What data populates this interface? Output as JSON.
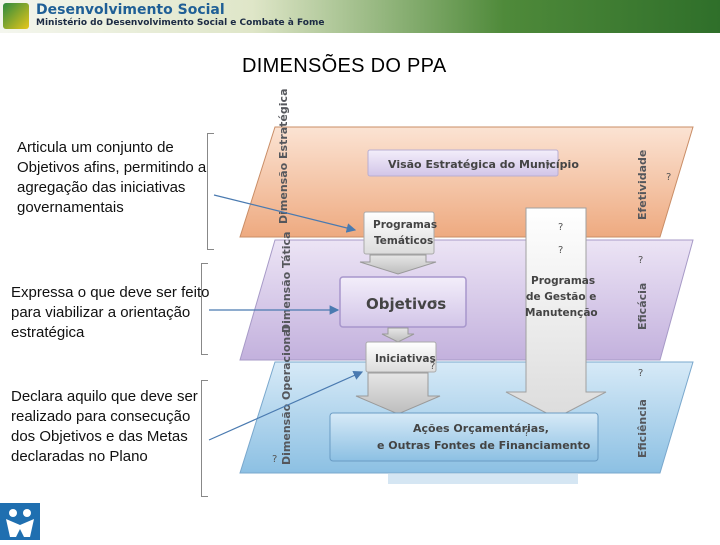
{
  "header": {
    "brand": "Desenvolvimento Social",
    "ministry": "Ministério do Desenvolvimento Social e Combate à Fome"
  },
  "title": "DIMENSÕES DO PPA",
  "descriptions": [
    "Articula um conjunto de Objetivos afins, permitindo a agregação das iniciativas governamentais",
    "Expressa o que deve ser feito para viabilizar a orientação estratégica",
    "Declara aquilo que deve ser realizado para consecução dos Objetivos e das Metas declaradas no Plano"
  ],
  "diagram": {
    "layers": [
      {
        "label": "Dimensão Estratégica",
        "measure": "Efetividade",
        "color": "#f3c3a4"
      },
      {
        "label": "Dimensão Tática",
        "measure": "Eficácia",
        "color": "#d6c9e8"
      },
      {
        "label": "Dimensão Operacional",
        "measure": "Eficiência",
        "color": "#a8cfe8"
      }
    ],
    "boxes": {
      "visao": "Visão Estratégica do Município",
      "programas_tematicos": [
        "Programas",
        "Temáticos"
      ],
      "objetivos": "Objetivos",
      "iniciativas": "Iniciativas",
      "programas_gestao": [
        "Programas",
        "de Gestão e",
        "Manutenção"
      ],
      "acoes": [
        "Ações Orçamentárias,",
        "e Outras Fontes de Financiamento"
      ]
    },
    "glyph": "?"
  }
}
